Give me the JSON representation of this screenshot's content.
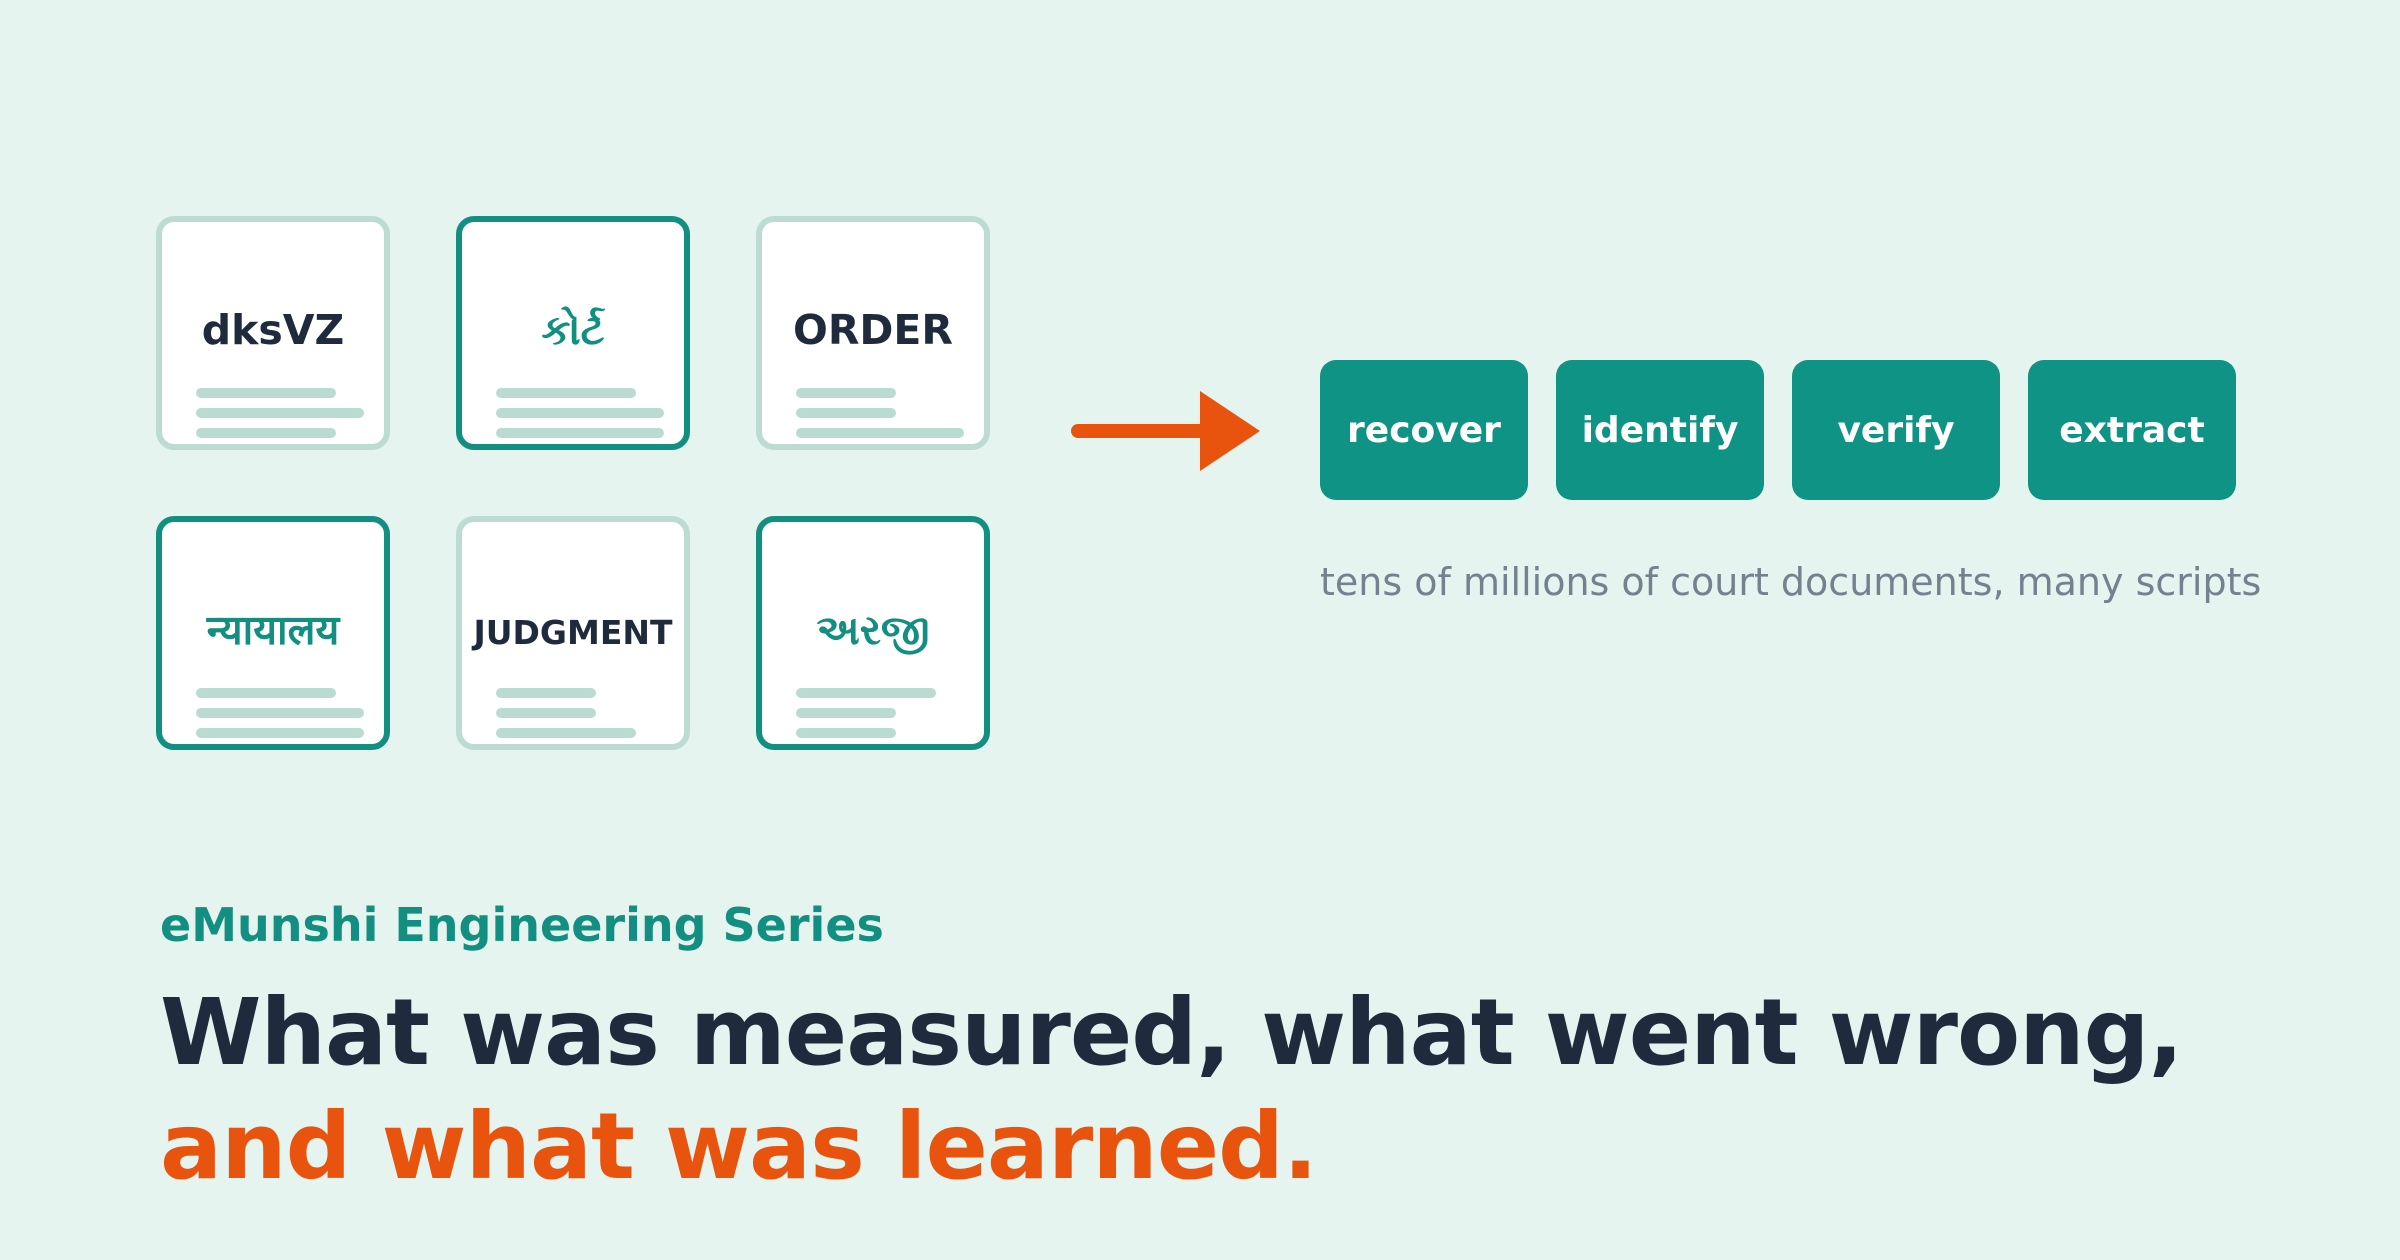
{
  "colors": {
    "background": "#e6f4f0",
    "teal": "#128f80",
    "teal_button": "#0f9385",
    "pale_teal": "#bcdcd3",
    "navy": "#1f2a3d",
    "orange": "#e8540e",
    "caption": "#74818f"
  },
  "documents": [
    {
      "label": "dksVZ",
      "emphasized": false,
      "script": "latin"
    },
    {
      "label": "કોર્ટ",
      "emphasized": true,
      "script": "gujarati"
    },
    {
      "label": "ORDER",
      "emphasized": false,
      "script": "latin"
    },
    {
      "label": "न्यायालय",
      "emphasized": true,
      "script": "devanagari"
    },
    {
      "label": "JUDGMENT",
      "emphasized": false,
      "script": "latin"
    },
    {
      "label": "અરજી",
      "emphasized": true,
      "script": "gujarati"
    }
  ],
  "steps": [
    "recover",
    "identify",
    "verify",
    "extract"
  ],
  "caption": "tens of millions of court documents, many scripts",
  "series_label": "eMunshi Engineering Series",
  "headline": {
    "line1": "What was measured, what went wrong,",
    "line2": "and what was learned."
  },
  "icons": {
    "arrow": "arrow-right-icon"
  }
}
